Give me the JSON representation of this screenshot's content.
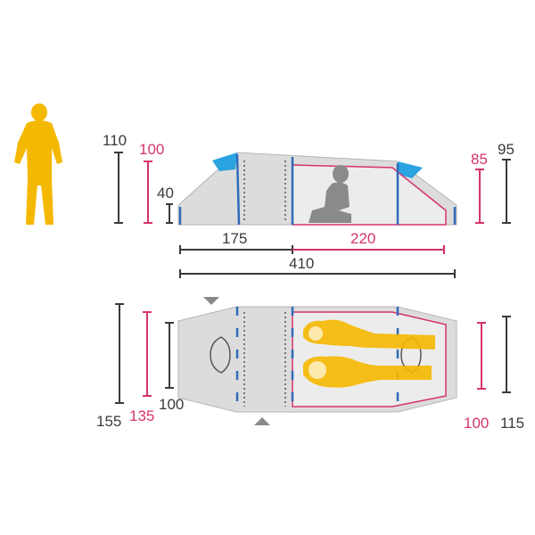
{
  "colors": {
    "black": "#3a3a3a",
    "magenta": "#d6336c",
    "person": "#f5b800",
    "tent_fill": "#dcdcdc",
    "tent_inner": "#ececec",
    "blue_pole": "#2f6bb8",
    "vent_blue": "#2aa3e0",
    "sleeping_bag": "#f5b800",
    "silhouette": "#8a8a8a"
  },
  "icons": {
    "person": "standing-person-icon",
    "sitting": "sitting-person-icon",
    "triangle_top": "triangle-down-icon",
    "triangle_bottom": "triangle-up-icon"
  },
  "side_view": {
    "outer_height_left": "110",
    "inner_height_left": "100",
    "low_end_height": "40",
    "inner_height_right": "85",
    "outer_height_right": "95",
    "vestibule_length": "175",
    "inner_length": "220",
    "total_length": "410"
  },
  "top_view": {
    "outer_width_left": "155",
    "inner_width_left": "135",
    "vestibule_width": "100",
    "inner_width_right": "100",
    "outer_width_right": "115"
  }
}
